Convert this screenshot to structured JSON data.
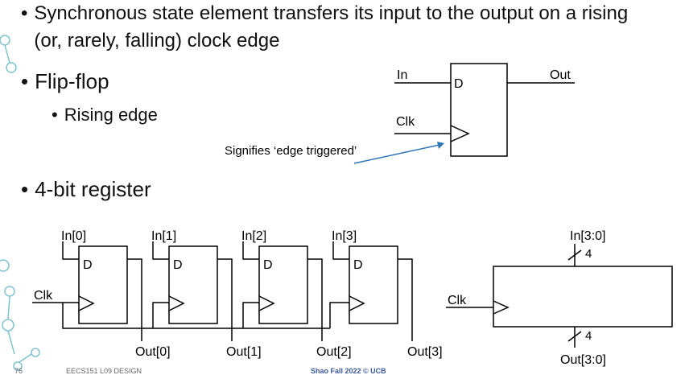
{
  "bullets": {
    "sync": [
      "Synchronous state element transfers its input to the output on a rising",
      "(or, rarely, falling) clock edge"
    ],
    "flipflop": "Flip-flop",
    "rising": "Rising edge",
    "register": "4-bit register"
  },
  "ff": {
    "in": "In",
    "out": "Out",
    "clk": "Clk",
    "d": "D",
    "annotation": "Signifies ‘edge triggered’"
  },
  "register": {
    "inputs": [
      "In[0]",
      "In[1]",
      "In[2]",
      "In[3]"
    ],
    "outputs": [
      "Out[0]",
      "Out[1]",
      "Out[2]",
      "Out[3]"
    ],
    "clk": "Clk",
    "d": "D"
  },
  "reg_block": {
    "in": "In[3:0]",
    "out": "Out[3:0]",
    "width_in": "4",
    "width_out": "4",
    "clk": "Clk"
  },
  "footer": {
    "page": "76",
    "course": "EECS151 L09 DESIGN",
    "credit": "Shao Fall 2022 © UCB"
  },
  "colors": {
    "arrow": "#2e75b6",
    "deco": "#7fc4cf"
  }
}
